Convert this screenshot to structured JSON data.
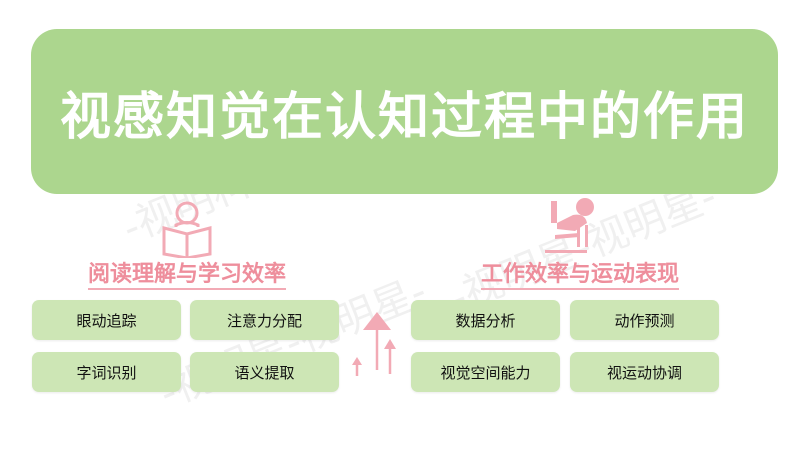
{
  "title": "视感知觉在认知过程中的作用",
  "watermarks": [
    "-视明科技-视明科技-",
    "-视明星-视明星-",
    "-视明星-视明星-"
  ],
  "left": {
    "heading": "阅读理解与学习效率",
    "icon": "person-reading-icon",
    "items": [
      "眼动追踪",
      "注意力分配",
      "字词识别",
      "语义提取"
    ]
  },
  "right": {
    "heading": "工作效率与运动表现",
    "icon": "person-at-desk-icon",
    "items": [
      "数据分析",
      "动作预测",
      "视觉空间能力",
      "视运动协调"
    ]
  },
  "colors": {
    "green": "#acd68e",
    "box": "#cde6b5",
    "pink": "#ee8e9c"
  }
}
